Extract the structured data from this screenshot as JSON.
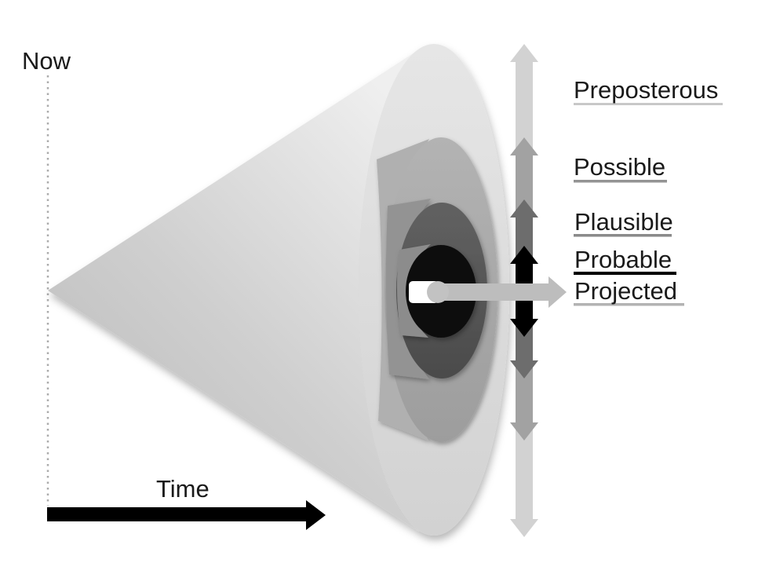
{
  "diagram": "futures-cone",
  "labels": {
    "now": "Now",
    "time": "Time",
    "preposterous": "Preposterous",
    "possible": "Possible",
    "plausible": "Plausible",
    "probable": "Probable",
    "projected": "Projected"
  },
  "colors": {
    "background": "#ffffff",
    "text": "#1a1a1a",
    "cone_dark": "#b7b7b7",
    "cone_mid": "#cfcfcf",
    "cone_light": "#efefef",
    "outer_face_top": "#e6e6e6",
    "outer_face_bottom": "#d2d2d2",
    "possible_wall": "#b0b0b0",
    "possible_face_top": "#b3b3b3",
    "possible_face_bottom": "#9d9d9d",
    "plausible_wall": "#939393",
    "plausible_face_top": "#616161",
    "plausible_face_bottom": "#4b4b4b",
    "probable_wall": "#8c8c8c",
    "probable_face": "#0a0a0a",
    "rod_white": "#ffffff",
    "hub_gray": "#c2c2c2",
    "arrow_preposterous": "#d2d2d2",
    "arrow_possible": "#a2a2a2",
    "arrow_plausible": "#6d6d6d",
    "arrow_probable": "#000000",
    "arrow_projected": "#bdbdbd",
    "arrow_time": "#000000",
    "dotted_line": "#ababab",
    "underline_preposterous": "#c8c8c8",
    "underline_possible": "#949494",
    "underline_plausible": "#8a8a8a",
    "underline_probable": "#000000",
    "underline_projected": "#b3b3b3"
  }
}
